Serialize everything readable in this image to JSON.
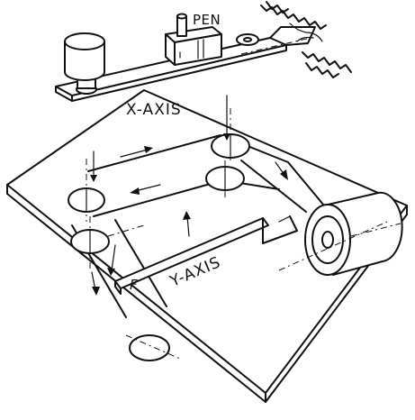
{
  "labels": {
    "pen": "PEN",
    "x_axis": "X-AXIS",
    "y_axis": "Y-AXIS",
    "follower": "F"
  },
  "colors": {
    "ink": "#111111",
    "paper": "#ffffff"
  }
}
